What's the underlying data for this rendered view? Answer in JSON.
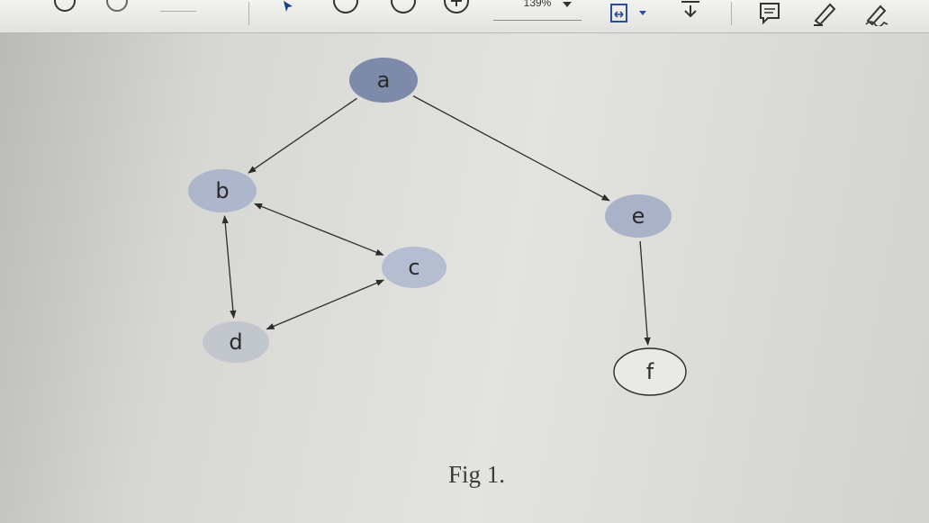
{
  "toolbar": {
    "zoom_value": "139%",
    "icons": [
      "circle-outline-icon",
      "circle-outline-icon",
      "cursor-icon",
      "circle-outline-icon",
      "circle-outline-icon",
      "zoom-in-icon",
      "chevron-down-icon",
      "fit-page-icon",
      "chevron-down-icon",
      "download-icon",
      "comment-icon",
      "highlight-pen-icon",
      "sign-icon"
    ]
  },
  "nodes": [
    {
      "id": "a",
      "label": "a",
      "fill": "#7d8aaa"
    },
    {
      "id": "b",
      "label": "b",
      "fill": "#aeb6cb"
    },
    {
      "id": "c",
      "label": "c",
      "fill": "#b5bdd1"
    },
    {
      "id": "d",
      "label": "d",
      "fill": "#c2c6cd"
    },
    {
      "id": "e",
      "label": "e",
      "fill": "#aab2c8"
    },
    {
      "id": "f",
      "label": "f",
      "fill": "#e9e9e6"
    }
  ],
  "edges": [
    {
      "from": "a",
      "to": "b",
      "direction": "forward"
    },
    {
      "from": "a",
      "to": "e",
      "direction": "forward"
    },
    {
      "from": "b",
      "to": "c",
      "direction": "both"
    },
    {
      "from": "b",
      "to": "d",
      "direction": "both"
    },
    {
      "from": "c",
      "to": "d",
      "direction": "both"
    },
    {
      "from": "e",
      "to": "f",
      "direction": "forward"
    }
  ],
  "caption": "Fig 1."
}
